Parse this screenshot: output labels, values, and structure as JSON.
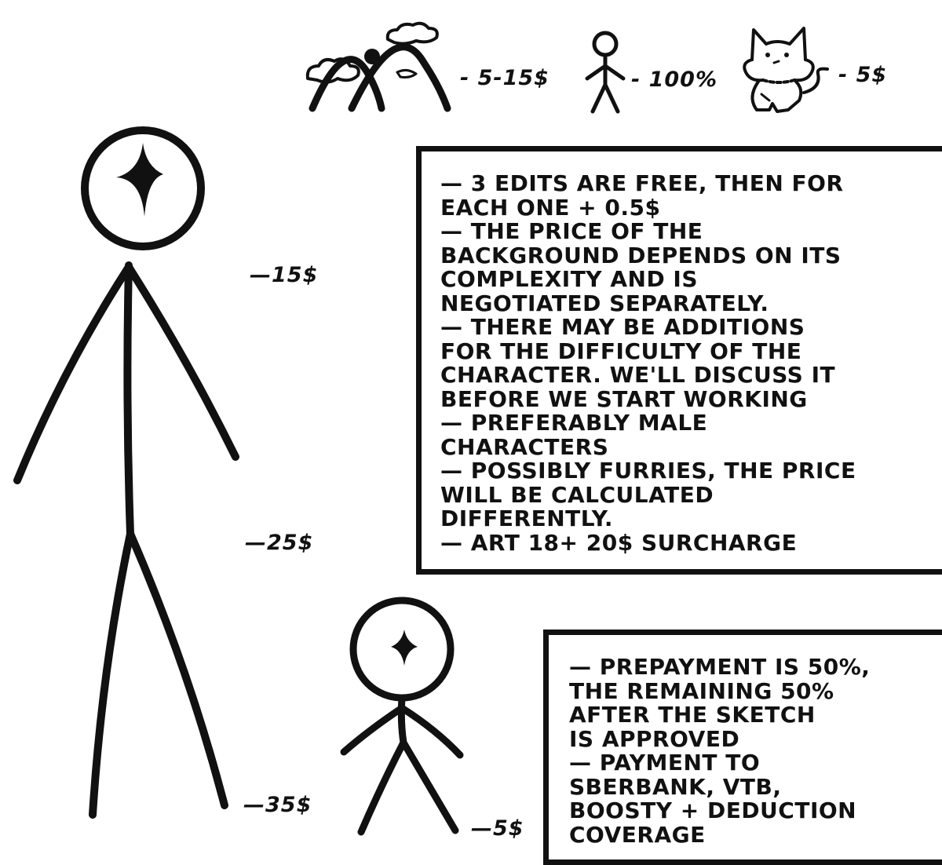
{
  "top_prices": {
    "landscape": "- 5-15$",
    "figure": "- 100%",
    "cat": "- 5$"
  },
  "tall_figure_prices": {
    "upper": "—15$",
    "middle": "—25$",
    "lower": "—35$"
  },
  "small_figure_price": "—5$",
  "conditions_box": {
    "lines": [
      "— 3 EDITS ARE FREE, THEN FOR",
      "EACH ONE + 0.5$",
      "— THE PRICE OF THE",
      "BACKGROUND DEPENDS ON ITS",
      "COMPLEXITY AND IS",
      "NEGOTIATED SEPARATELY.",
      "— THERE MAY BE ADDITIONS",
      "FOR THE DIFFICULTY OF THE",
      "CHARACTER. WE'LL DISCUSS IT",
      "BEFORE WE START WORKING",
      "— PREFERABLY MALE",
      "CHARACTERS",
      "— POSSIBLY FURRIES, THE PRICE",
      "WILL BE CALCULATED",
      "DIFFERENTLY.",
      "— ART 18+ 20$ SURCHARGE"
    ]
  },
  "payment_box": {
    "lines": [
      "— PREPAYMENT IS 50%,",
      "THE REMAINING 50%",
      "AFTER THE SKETCH",
      "IS APPROVED",
      "  — PAYMENT TO",
      "SBERBANK, VTB,",
      "BOOSTY + DEDUCTION",
      "COVERAGE"
    ]
  }
}
